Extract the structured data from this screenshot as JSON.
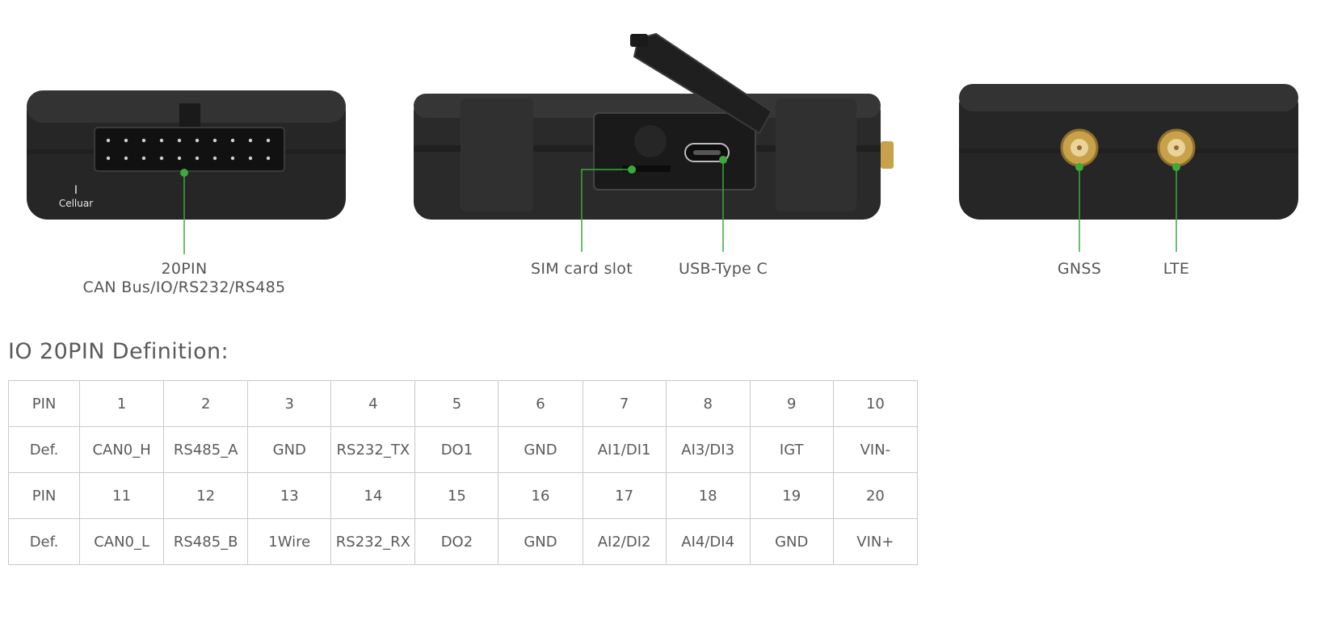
{
  "labels": {
    "connector_20pin_line1": "20PIN",
    "connector_20pin_line2": "CAN Bus/IO/RS232/RS485",
    "sim_slot": "SIM card slot",
    "usb": "USB-Type C",
    "gnss": "GNSS",
    "lte": "LTE",
    "cellular_mark": "Celluar",
    "cellular_indicator": "I"
  },
  "colors": {
    "callout_line": "#3aaa3a",
    "device_body": "#2b2b2b",
    "sma_gold": "#c8a24a"
  },
  "section_title": "IO 20PIN Definition:",
  "pin_table": {
    "rows": [
      [
        "PIN",
        "1",
        "2",
        "3",
        "4",
        "5",
        "6",
        "7",
        "8",
        "9",
        "10"
      ],
      [
        "Def.",
        "CAN0_H",
        "RS485_A",
        "GND",
        "RS232_TX",
        "DO1",
        "GND",
        "AI1/DI1",
        "AI3/DI3",
        "IGT",
        "VIN-"
      ],
      [
        "PIN",
        "11",
        "12",
        "13",
        "14",
        "15",
        "16",
        "17",
        "18",
        "19",
        "20"
      ],
      [
        "Def.",
        "CAN0_L",
        "RS485_B",
        "1Wire",
        "RS232_RX",
        "DO2",
        "GND",
        "AI2/DI2",
        "AI4/DI4",
        "GND",
        "VIN+"
      ]
    ]
  }
}
